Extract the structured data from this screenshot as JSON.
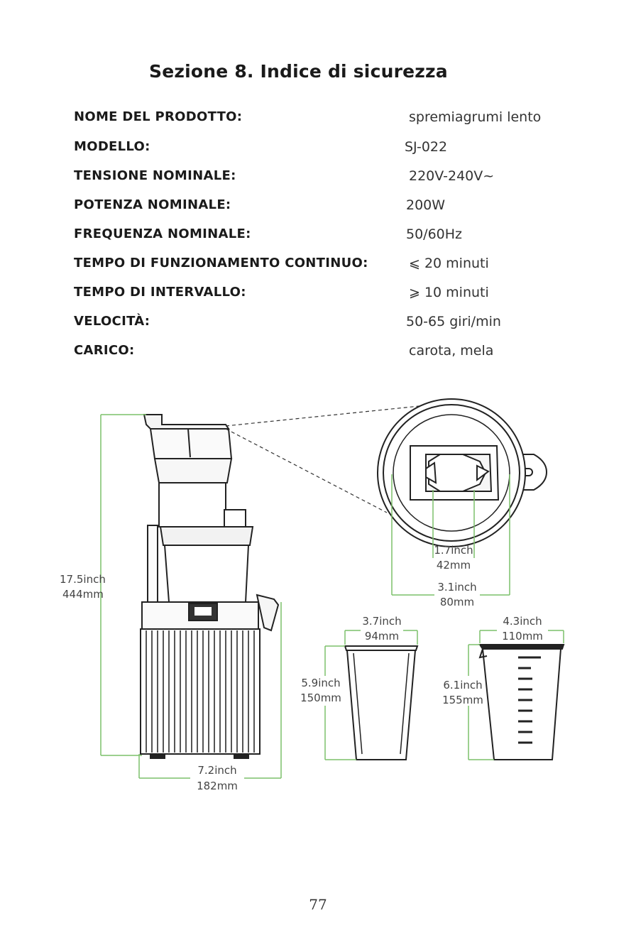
{
  "section_title": "Sezione 8. Indice di sicurezza",
  "specs": [
    {
      "label": "NOME DEL PRODOTTO:",
      "value": "spremiagrumi lento"
    },
    {
      "label": "MODELLO:",
      "value": "SJ-022"
    },
    {
      "label": "TENSIONE NOMINALE:",
      "value": "220V-240V~"
    },
    {
      "label": "POTENZA NOMINALE:",
      "value": "200W"
    },
    {
      "label": "FREQUENZA NOMINALE:",
      "value": "50/60Hz"
    },
    {
      "label": "TEMPO DI FUNZIONAMENTO CONTINUO:",
      "value": "⩽ 20 minuti"
    },
    {
      "label": "TEMPO DI INTERVALLO:",
      "value": "⩾ 10 minuti"
    },
    {
      "label": "VELOCITÀ:",
      "value": "50-65 giri/min"
    },
    {
      "label": "CARICO:",
      "value": "carota, mela"
    }
  ],
  "dimensions": {
    "height_inch": "17.5inch",
    "height_mm": "444mm",
    "base_width_inch": "7.2inch",
    "base_width_mm": "182mm",
    "inner_opening_inch": "1.7inch",
    "inner_opening_mm": "42mm",
    "outer_opening_inch": "3.1inch",
    "outer_opening_mm": "80mm",
    "cup_width_inch": "3.7inch",
    "cup_width_mm": "94mm",
    "cup_height_inch": "5.9inch",
    "cup_height_mm": "150mm",
    "jug_width_inch": "4.3inch",
    "jug_width_mm": "110mm",
    "jug_height_inch": "6.1inch",
    "jug_height_mm": "155mm"
  },
  "colors": {
    "dimension_line": "#7cc06a",
    "outline": "#222222"
  },
  "page_number": "77"
}
